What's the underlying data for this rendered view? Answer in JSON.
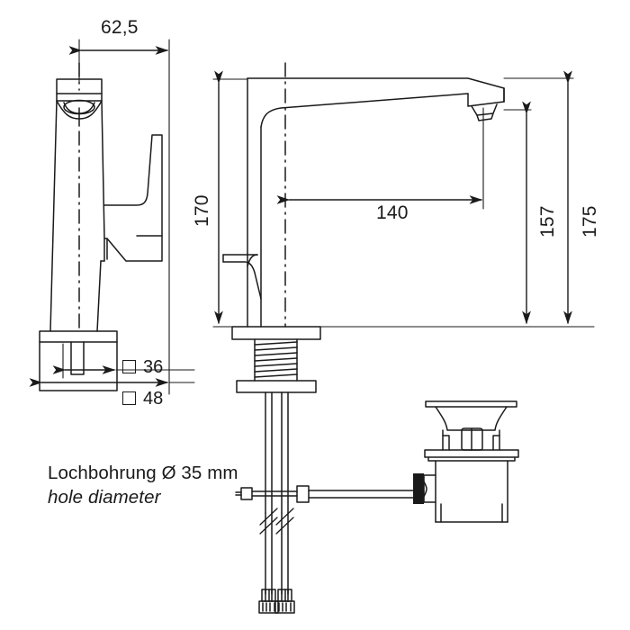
{
  "drawing": {
    "title": "Washbasin mixer tap dimensional drawing",
    "units": "mm",
    "line_color": "#1a1a1a",
    "background": "#ffffff"
  },
  "dimensions": {
    "side_width": "62,5",
    "front_height_total": "170",
    "spout_reach": "140",
    "spout_height_inner": "157",
    "spout_height_outer": "175",
    "base_inner": "36",
    "base_outer": "48"
  },
  "notes": {
    "hole_de": "Lochbohrung Ø 35 mm",
    "hole_en": "hole diameter"
  },
  "views": {
    "side": "side-view-faucet",
    "front": "front-view-faucet",
    "waste": "pop-up-waste-assembly",
    "hoses": "flexible-supply-hoses"
  }
}
